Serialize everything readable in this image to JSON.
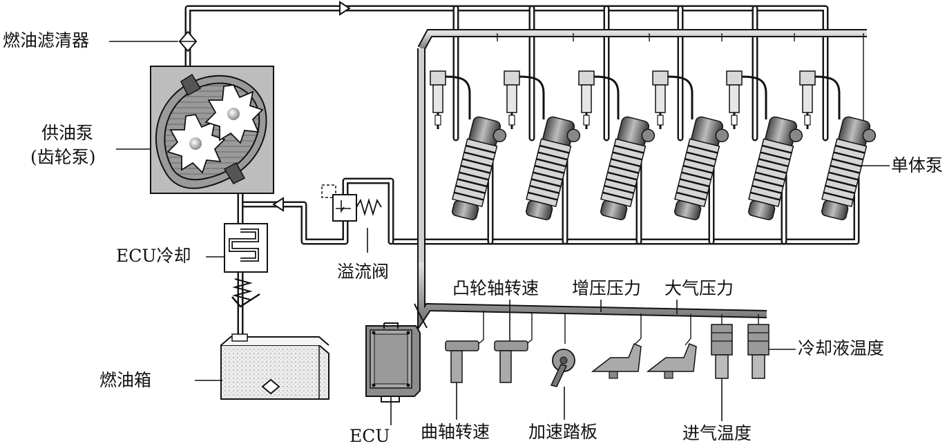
{
  "labels": {
    "fuel_filter": "燃油滤清器",
    "supply_pump": "供油泵",
    "gear_pump": "(齿轮泵)",
    "ecu_cooling": "ECU冷却",
    "overflow_valve": "溢流阀",
    "fuel_tank": "燃油箱",
    "unit_pump": "单体泵",
    "camshaft_speed": "凸轮轴转速",
    "boost_pressure": "增压压力",
    "atm_pressure": "大气压力",
    "coolant_temp": "冷却液温度",
    "ecu": "ECU",
    "crankshaft_speed": "曲轴转速",
    "accelerator_pedal": "加速踏板",
    "intake_temp": "进气温度"
  },
  "colors": {
    "line": "#1a1a1a",
    "housing_gray": "#bdbdbd",
    "component_gray": "#8c8c8c",
    "dark_gray": "#555555",
    "background": "#ffffff"
  },
  "icons": [
    "fuel-filter-icon",
    "gear-pump-icon",
    "ecu-cooler-icon",
    "check-valve-icon",
    "overflow-valve-icon",
    "fuel-tank-icon",
    "unit-pump-icon",
    "injector-icon",
    "ecu-icon",
    "speed-sensor-icon",
    "pedal-sensor-icon",
    "pressure-sensor-icon",
    "temp-sensor-icon"
  ]
}
